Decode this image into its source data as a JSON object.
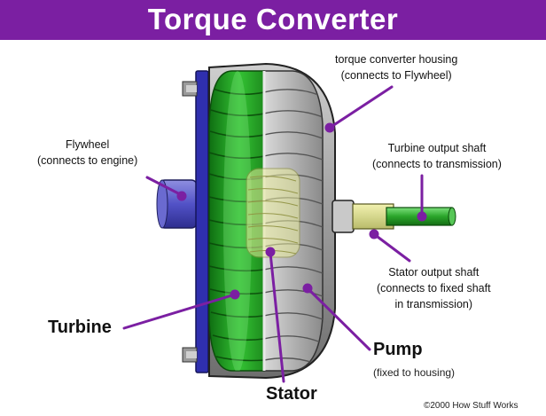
{
  "title": "Torque Converter",
  "labels": {
    "housing": [
      "torque converter housing",
      "(connects to Flywheel)"
    ],
    "flywheel": [
      "Flywheel",
      "(connects to engine)"
    ],
    "turbine_shaft": [
      "Turbine output shaft",
      "(connects to transmission)"
    ],
    "stator_shaft": [
      "Stator output shaft",
      "(connects to fixed shaft",
      "in transmission)"
    ],
    "turbine": "Turbine",
    "pump": "Pump",
    "pump_note": "(fixed to housing)",
    "stator": "Stator"
  },
  "copyright": "©2000 How Stuff Works",
  "colors": {
    "banner": "#7b1fa2",
    "leader": "#7b1fa2",
    "turbine_green": "#2db82d",
    "housing_gray": "#9a9a9a",
    "flywheel_blue": "#3d3db8",
    "stator_yellow": "#c8cc7a"
  }
}
